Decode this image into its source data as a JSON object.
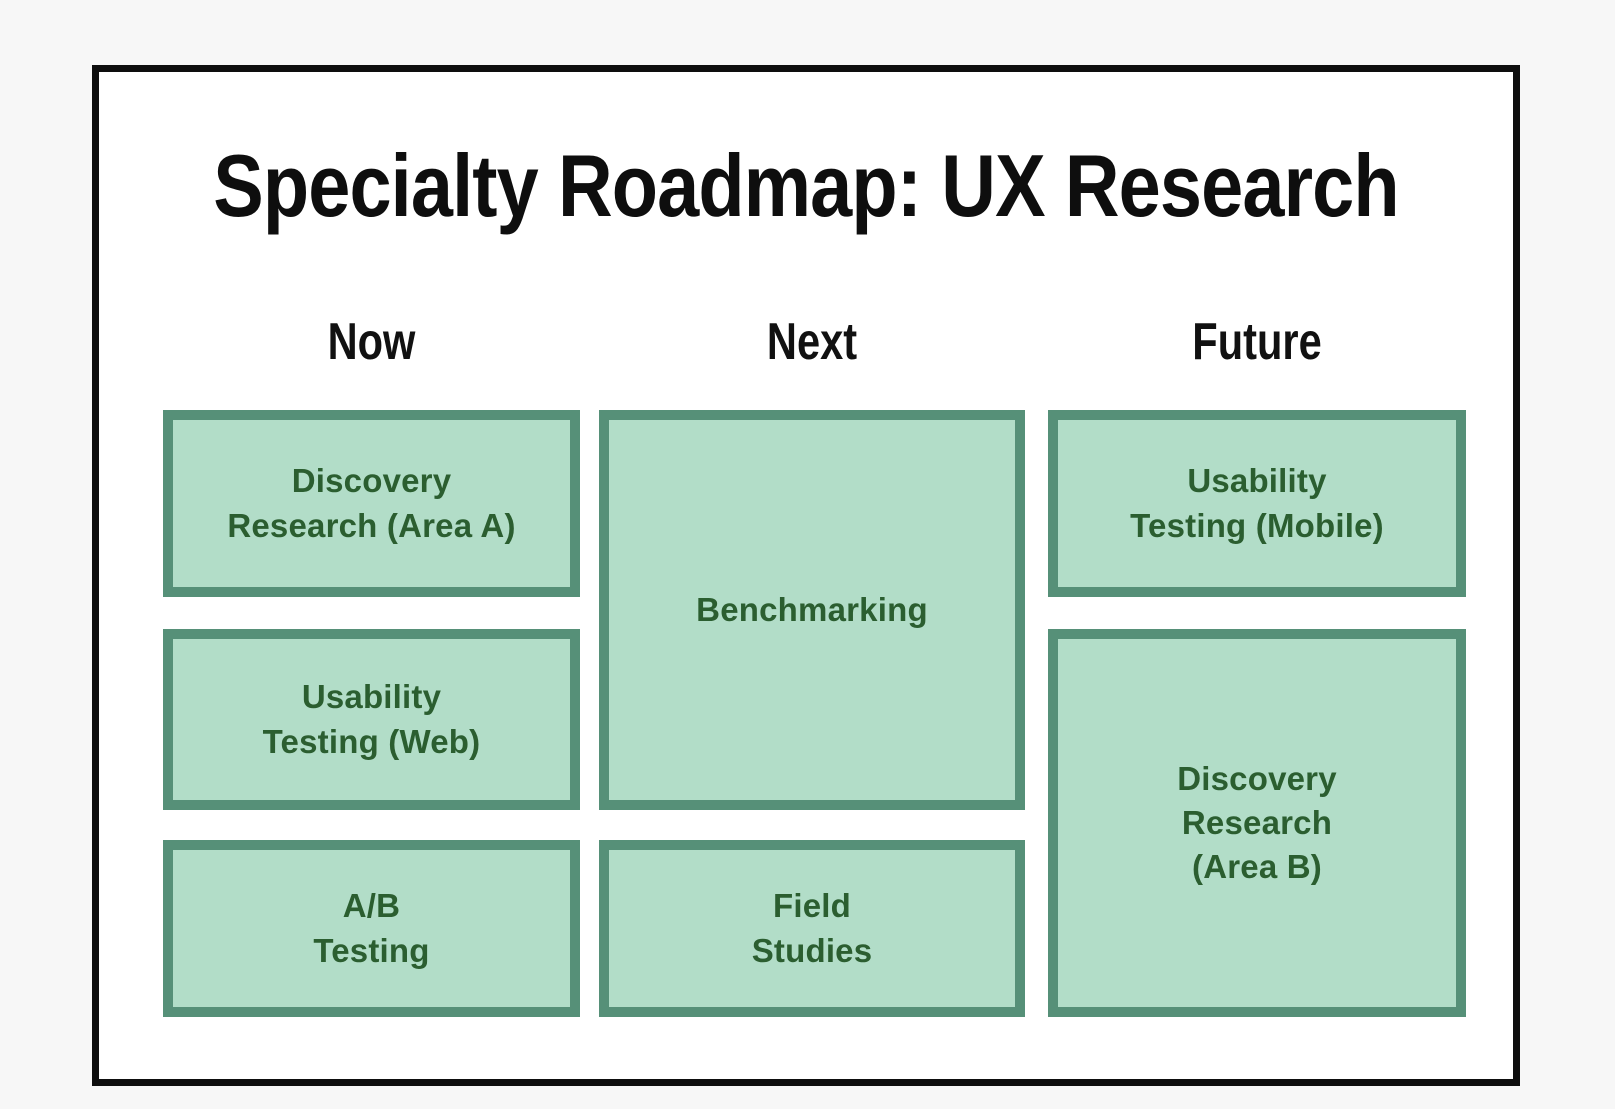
{
  "title": "Specialty Roadmap: UX Research",
  "column_headers": [
    "Now",
    "Next",
    "Future"
  ],
  "boxes": {
    "now_1": "Discovery\nResearch (Area A)",
    "now_2": "Usability\nTesting (Web)",
    "now_3": "A/B\nTesting",
    "next_1": "Benchmarking",
    "next_2": "Field\nStudies",
    "future_1": "Usability\nTesting (Mobile)",
    "future_2": "Discovery\nResearch\n(Area B)"
  },
  "colors": {
    "page_background": "#f7f7f7",
    "card_background": "#ffffff",
    "card_border": "#0e0e0e",
    "box_fill": "#b2ddc8",
    "box_border": "#569078",
    "box_text": "#2b5e30",
    "heading_text": "#111111"
  }
}
